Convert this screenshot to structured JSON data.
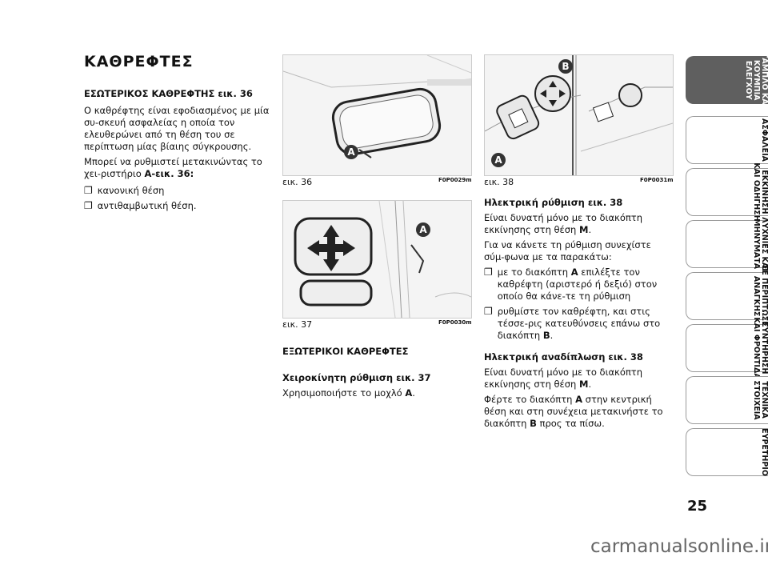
{
  "page_title": "ΚΑΘΡΕΦΤΕΣ",
  "interior": {
    "heading": "ΕΣΩΤΕΡΙΚΟΣ ΚΑΘΡΕΦΤΗΣ εικ. 36",
    "p1": "Ο καθρέφτης είναι εφοδιασμένος με μία συ-σκευή ασφαλείας η οποία τον ελευθερώνει από τη θέση του σε περίπτωση μίας βίαιης σύγκρουσης.",
    "p2_prefix": "Μπορεί να ρυθμιστεί μετακινώντας το χει-ριστήριο ",
    "p2_bold": "A-εικ. 36:",
    "bullets": [
      "κανονική θέση",
      "αντιθαμβωτική θέση."
    ]
  },
  "figures": {
    "fig36": {
      "caption": "εικ. 36",
      "code": "F0P0029m",
      "label": "A"
    },
    "fig37": {
      "caption": "εικ. 37",
      "code": "F0P0030m",
      "label": "A"
    },
    "fig38": {
      "caption": "εικ. 38",
      "code": "F0P0031m",
      "label_a": "A",
      "label_b": "B"
    }
  },
  "exterior": {
    "heading": "ΕΞΩΤΕΡΙΚΟΙ ΚΑΘΡΕΦΤΕΣ",
    "manual_heading": "Χειροκίνητη ρύθμιση εικ. 37",
    "manual_text_prefix": "Χρησιμοποιήστε το μοχλό ",
    "manual_text_bold": "A",
    "manual_text_suffix": "."
  },
  "electric": {
    "heading": "Ηλεκτρική ρύθμιση εικ. 38",
    "p1_prefix": "Είναι δυνατή μόνο με το διακόπτη εκκίνησης στη θέση ",
    "p1_bold": "M",
    "p1_suffix": ".",
    "p2": "Για να κάνετε τη ρύθμιση συνεχίστε σύμ-φωνα με τα παρακάτω:",
    "b1_prefix": "με το διακόπτη ",
    "b1_bold": "A",
    "b1_suffix": " επιλέξτε τον καθρέφτη (αριστερό ή δεξιό) στον οποίο θα κάνε-τε τη ρύθμιση",
    "b2_prefix": "ρυθμίστε τον καθρέφτη, και στις τέσσε-ρις κατευθύνσεις επάνω στο διακόπτη ",
    "b2_bold": "B",
    "b2_suffix": "."
  },
  "fold": {
    "heading": "Ηλεκτρική αναδίπλωση εικ. 38",
    "p1_prefix": "Είναι δυνατή μόνο με το διακόπτη εκκίνησης στη θέση ",
    "p1_bold": "M",
    "p1_suffix": ".",
    "p2_prefix": "Φέρτε το διακόπτη ",
    "p2_bold1": "A",
    "p2_mid": " στην κεντρική θέση και στη συνέχεια μετακινήστε το διακόπτη ",
    "p2_bold2": "B",
    "p2_suffix": " προς τα πίσω."
  },
  "tabs": [
    "ΤΑΜΠΛΟ ΚΑΙ\nΚΟΥΜΠΙΑ\nΕΛΕΓΧΟΥ",
    "ΑΣΦΑΛΕΙΑ",
    "ΕΚΚΙΝΗΣΗ\nΚΑΙ ΟΔΗΓΗΣΗ",
    "ΛΥΧΝΙΕΣ ΚΑΙ\nΜΗΝΥΜΑΤΑ",
    "ΣΕ ΠΕΡΙΠΤΩΣΗ\nΑΝΑΓΚΗΣ",
    "ΣΥΝΤΗΡΗΣΗ\nΚΑΙ ΦΡΟΝΤΙΔΑ",
    "ΤΕΧΝΙΚΑ\nΣΤΟΙΧΕΙΑ",
    "ΕΥΡΕΤΗΡΙΟ"
  ],
  "page_number": "25",
  "footer": "carmanualsonline.info",
  "colors": {
    "tab_active": "#5f5f5f",
    "tab_border": "#9a9a9a",
    "badge": "#333333"
  }
}
